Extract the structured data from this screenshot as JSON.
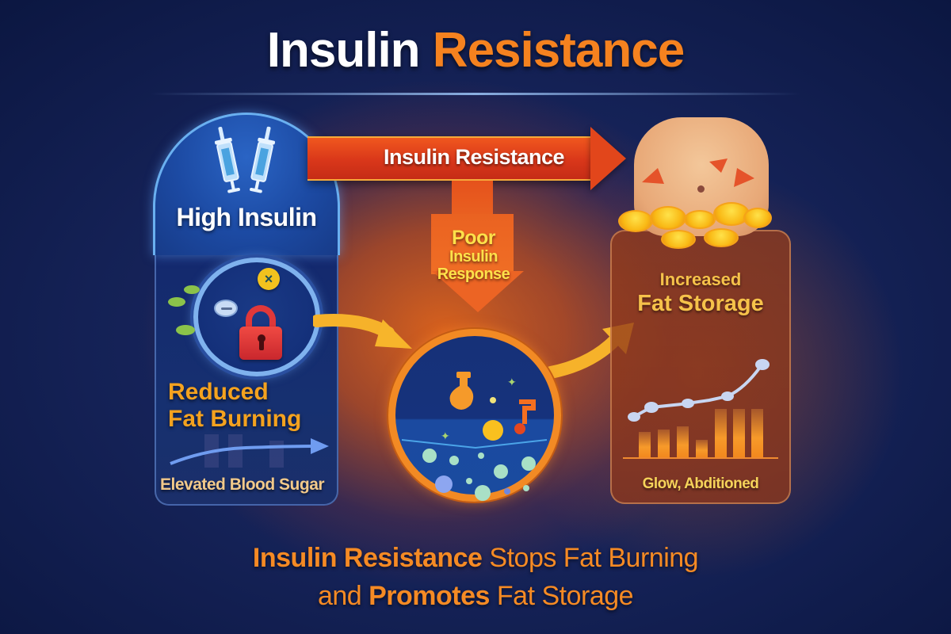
{
  "title": {
    "part1": "Insulin",
    "part2": "Resistance",
    "colors": {
      "part1": "#ffffff",
      "part2": "#f5821f"
    }
  },
  "left_panel": {
    "badge_label": "High Insulin",
    "badge_icon": "syringes-icon",
    "cell_icons": [
      "lock-icon",
      "x-badge-icon",
      "pill-icon",
      "sprout-icon"
    ],
    "x_badge_glyph": "×",
    "heading_line1": "Reduced",
    "heading_line2": "Fat Burning",
    "footer": "Elevated Blood Sugar"
  },
  "main_arrow": {
    "label": "Insulin Resistance",
    "color": "#e2461b"
  },
  "down_arrow": {
    "line1": "Poor",
    "line2": "Insulin",
    "line3": "Response",
    "text_color": "#fde14a"
  },
  "center_cell": {
    "icons": [
      "flask-icon",
      "music-note-icon",
      "sparkle-icon",
      "glucose-bubbles-icon"
    ],
    "ring_color": "#f28a24"
  },
  "right_panel": {
    "top_icon": "belly-fat-icon",
    "heading_line1": "Increased",
    "heading_line2": "Fat Storage",
    "footer": "Glow, Abditioned",
    "mini_chart": {
      "type": "bar-with-line",
      "bars_relative": [
        0.3,
        0.55,
        0.5,
        0.3,
        0.95,
        1.0,
        1.0
      ],
      "line_relative": [
        0.25,
        0.38,
        0.38,
        0.42,
        0.46,
        0.5,
        0.62,
        0.95
      ]
    }
  },
  "caption": {
    "line1_bold": "Insulin Resistance",
    "line1_rest": " Stops Fat Burning",
    "line2_start": "and ",
    "line2_bold": "Promotes",
    "line2_rest": " Fat Storage",
    "color": "#f58a24"
  }
}
